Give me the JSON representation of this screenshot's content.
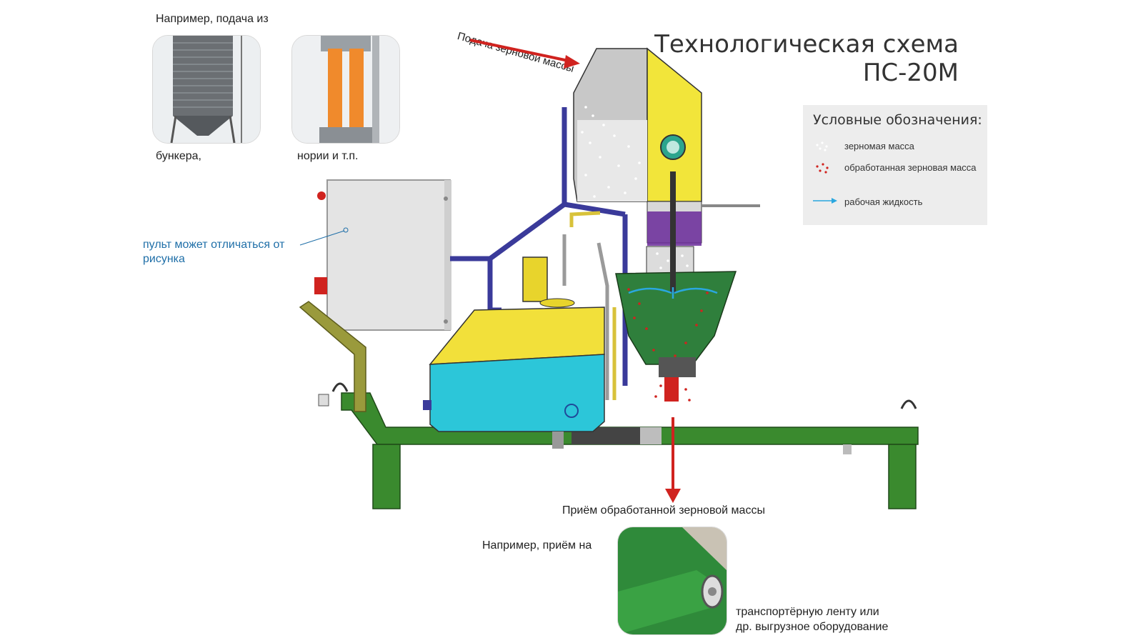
{
  "title": {
    "line1": "Технологическая схема",
    "line2": "ПС-20М"
  },
  "legend": {
    "heading": "Условные обозначения:",
    "items": [
      {
        "label": "зерномая масса",
        "symbol": "white-dots",
        "color": "#ffffff"
      },
      {
        "label": "обработанная зерновая масса",
        "symbol": "red-dots",
        "color": "#d0231f"
      },
      {
        "label": "рабочая жидкость",
        "symbol": "blue-arrow",
        "color": "#2aa7df"
      }
    ]
  },
  "feed": {
    "example_label": "Например, подача из",
    "bunker_label": "бункера,",
    "elevator_label": "нории и т.п.",
    "arrow_label": "Подача зерновой массы"
  },
  "control_panel_note": "пульт может отличаться от рисунка",
  "output": {
    "arrow_label": "Приём обработанной зерновой массы",
    "example_label": "Например, приём на",
    "conveyor_label_line1": "транспортёрную ленту или",
    "conveyor_label_line2": "др. выгрузное оборудование"
  },
  "colors": {
    "frame": "#3a8a2e",
    "hopper_gray": "#c8c8c8",
    "hopper_yellow": "#f2e53a",
    "tank_yellow": "#f2e03a",
    "tank_cyan": "#2cc6d9",
    "chamber_green": "#2f7f3c",
    "arrow_red": "#d0231f",
    "fluid_blue": "#2aa7df",
    "strut_navy": "#3a3a9a",
    "panel_gray": "#e4e4e4"
  }
}
